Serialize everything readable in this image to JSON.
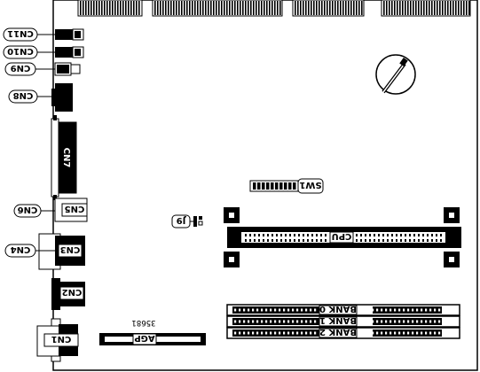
{
  "labels": {
    "cn11": "CN11",
    "cn10": "CN10",
    "cn9": "CN9",
    "cn8": "CN8",
    "cn7": "CN7",
    "cn6": "CN6",
    "cn5": "CN5",
    "cn4": "CN4",
    "cn3": "CN3",
    "cn2": "CN2",
    "cn1": "CN1",
    "j9": "J9",
    "sw1": "SW1",
    "cpu": "CPU",
    "bank0": "BANK 0",
    "bank1": "BANK 1",
    "bank2": "BANK 2",
    "agp": "AGP",
    "fig_number": "35681"
  },
  "colors": {
    "ink": "#000000",
    "paper": "#ffffff"
  }
}
